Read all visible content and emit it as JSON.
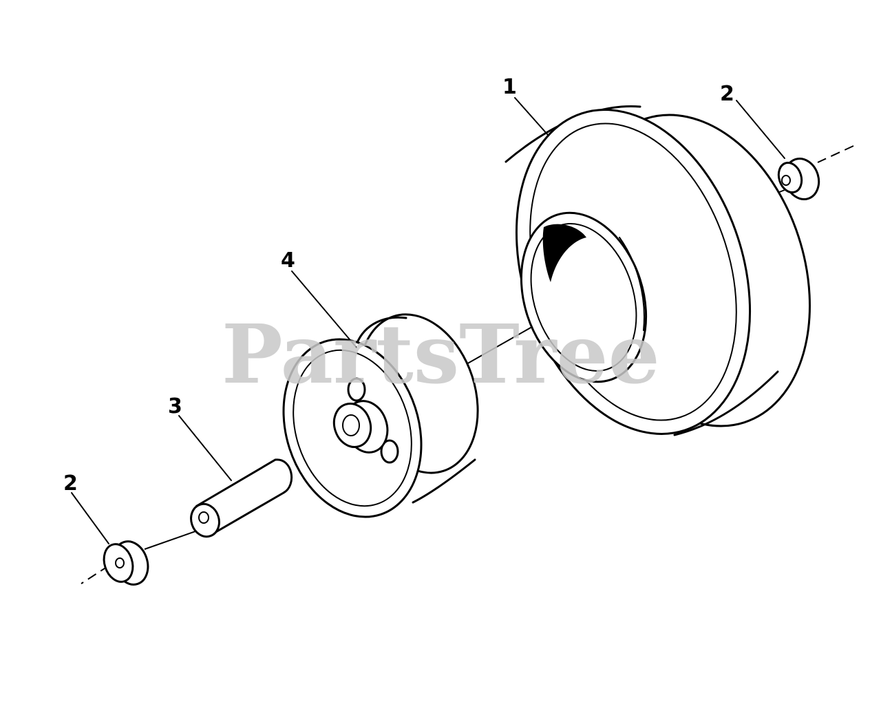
{
  "watermark": "PartsTree",
  "callouts": {
    "tire": "1",
    "spacer_right": "2",
    "spacer_left": "2",
    "bearing": "3",
    "rim": "4"
  },
  "parts": [
    {
      "name": "tire-icon",
      "callout": "1"
    },
    {
      "name": "spacer-icon",
      "callout": "2"
    },
    {
      "name": "bearing-icon",
      "callout": "3"
    },
    {
      "name": "rim-icon",
      "callout": "4"
    }
  ],
  "colors": {
    "ink": "#000000",
    "background": "#ffffff",
    "watermark": "#c8c8c8"
  }
}
